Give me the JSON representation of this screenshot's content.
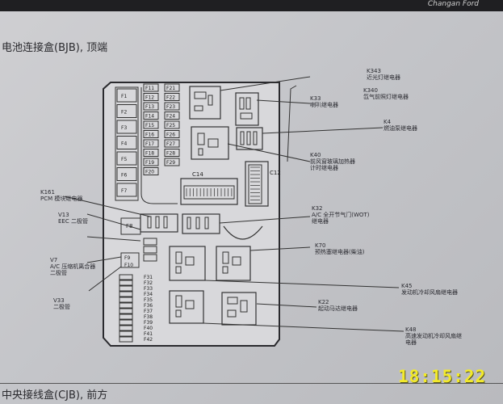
{
  "header": {
    "brand": "Changan Ford"
  },
  "page": {
    "top_title": "电池连接盒(BJB), 顶端",
    "bottom_title": "中央接线盒(CJB), 前方"
  },
  "fuse_box": {
    "left_fuses": [
      "F1",
      "F2",
      "F3",
      "F4",
      "F5",
      "F6",
      "F7"
    ],
    "mid_col_a": [
      "F11",
      "F12",
      "F13",
      "F14",
      "F15",
      "F16",
      "F17",
      "F18",
      "F19",
      "F20"
    ],
    "mid_col_b": [
      "F21",
      "F22",
      "F23",
      "F24",
      "F25",
      "F26",
      "F27",
      "F28",
      "F29"
    ],
    "f8": "F8",
    "f9": "F9",
    "f10": "F10",
    "lower_fuses": [
      "F31",
      "F32",
      "F33",
      "F34",
      "F35",
      "F36",
      "F37",
      "F38",
      "F39",
      "F40",
      "F41",
      "F42"
    ],
    "c14": "C14",
    "c12": "C12"
  },
  "labels": {
    "k161": {
      "code": "K161",
      "text": "PCM 模块继电器"
    },
    "v13": {
      "code": "V13",
      "text": "EEC 二极管"
    },
    "v7": {
      "code": "V7",
      "lines": [
        "A/C 压缩机离合器",
        "二极管"
      ]
    },
    "v33": {
      "code": "V33",
      "text": "二极管"
    },
    "k343": {
      "code": "K343",
      "text": "近光灯继电器"
    },
    "k33": {
      "code": "K33",
      "text": "喇叭继电器"
    },
    "k340": {
      "code": "K340",
      "text": "氙气前照灯继电器"
    },
    "k4": {
      "code": "K4",
      "text": "燃油泵继电器"
    },
    "k40": {
      "code": "K40",
      "lines": [
        "前风窗玻璃加热器",
        "计时继电器"
      ]
    },
    "k32": {
      "code": "K32",
      "lines": [
        "A/C 全开节气门(WOT)",
        "继电器"
      ]
    },
    "k70": {
      "code": "K70",
      "text": "预热塞继电器(柴油)"
    },
    "k45": {
      "code": "K45",
      "text": "发动机冷却风扇继电器"
    },
    "k22": {
      "code": "K22",
      "text": "起动马达继电器"
    },
    "k48": {
      "code": "K48",
      "lines": [
        "高速发动机冷却风扇继",
        "电器"
      ]
    }
  },
  "clock": {
    "time": "18:15:22"
  }
}
